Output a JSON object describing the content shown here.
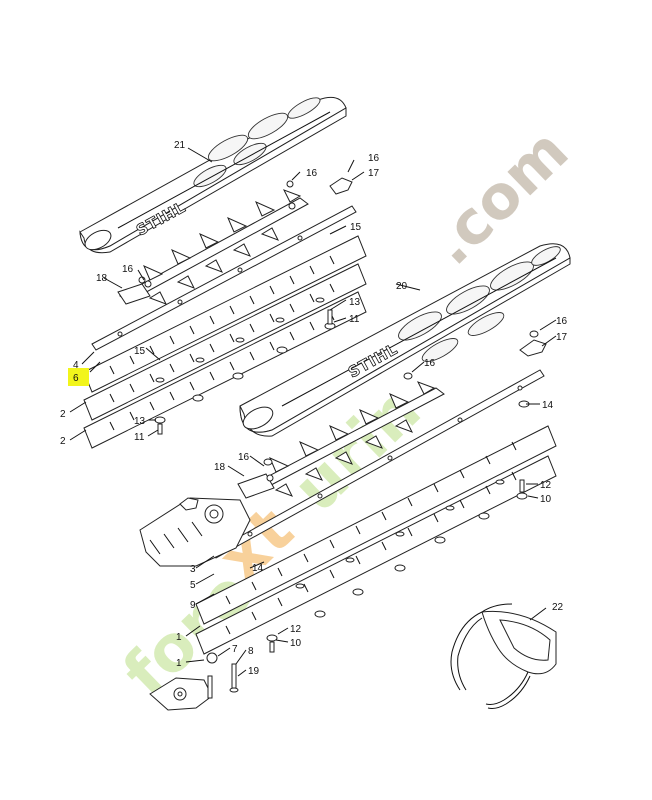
{
  "watermark": {
    "part1": "fore",
    "part2": "xt",
    "part3": "urin",
    "part4": ".com"
  },
  "brand_marks": [
    "STIHL",
    "STIHL"
  ],
  "callouts": {
    "c21": "21",
    "c16a": "16",
    "c16b": "16",
    "c17a": "17",
    "c15a": "15",
    "c18a": "18",
    "c16c": "16",
    "c20": "20",
    "c13a": "13",
    "c11a": "11",
    "c16d": "16",
    "c17b": "17",
    "c4": "4",
    "c6": "6",
    "c15b": "15",
    "c16e": "16",
    "c2a": "2",
    "c13b": "13",
    "c11b": "11",
    "c2b": "2",
    "c14a": "14",
    "c18b": "18",
    "c16f": "16",
    "c12a": "12",
    "c10a": "10",
    "c3": "3",
    "c14b": "14",
    "c5": "5",
    "c9": "9",
    "c22": "22",
    "c1a": "1",
    "c12b": "12",
    "c10b": "10",
    "c7": "7",
    "c8": "8",
    "c1b": "1",
    "c19": "19"
  },
  "highlight_color": "#f2f51b"
}
